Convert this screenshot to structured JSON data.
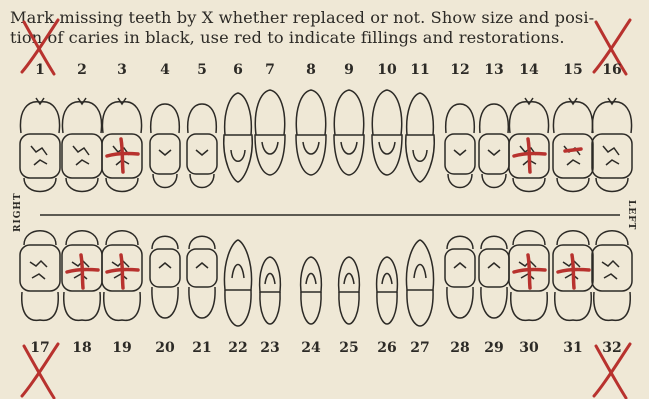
{
  "instructions": {
    "line1": "Mark missing teeth by X whether replaced or not.  Show size and posi-",
    "line2": "tion of caries in black, use red to indicate fillings and restorations."
  },
  "upper_numbers": [
    "1",
    "2",
    "3",
    "4",
    "5",
    "6",
    "7",
    "8",
    "9",
    "10",
    "11",
    "12",
    "13",
    "14",
    "15",
    "16"
  ],
  "lower_numbers": [
    "17",
    "18",
    "19",
    "20",
    "21",
    "22",
    "23",
    "24",
    "25",
    "26",
    "27",
    "28",
    "29",
    "30",
    "31",
    "32"
  ],
  "side_right": "RIGHT",
  "side_left": "LEFT",
  "missing_teeth": [
    "1",
    "16",
    "17",
    "32"
  ],
  "restored_teeth": [
    "3",
    "14",
    "15",
    "18",
    "19",
    "30",
    "31"
  ],
  "colors": {
    "ink": "#2c2a26",
    "red": "#b8322e",
    "paper": "#efe8d6"
  }
}
